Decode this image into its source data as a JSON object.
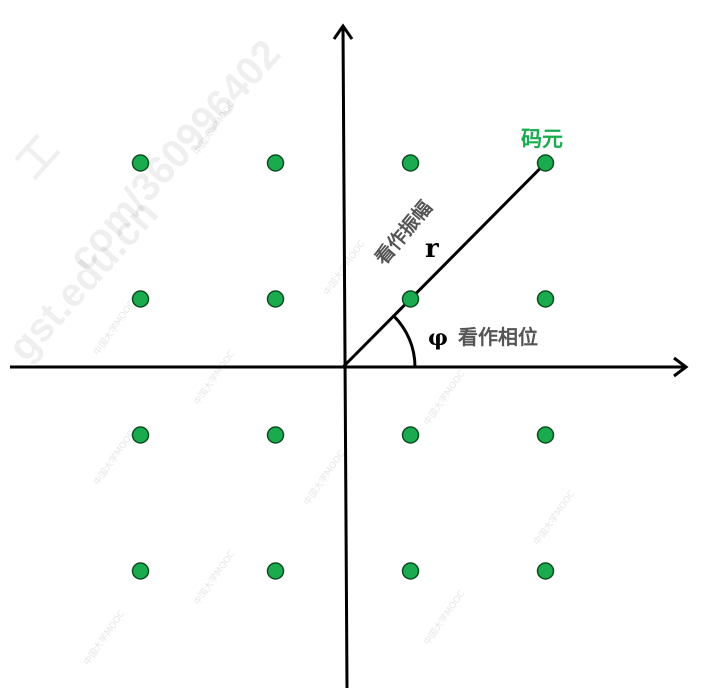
{
  "labels": {
    "symbol": "码元",
    "amplitude": "看作振幅",
    "r": "r",
    "phi": "φ",
    "phase": "看作相位"
  },
  "watermark": {
    "url_fragment_1": "com/360996402",
    "url_fragment_2": "gst.edu.cn",
    "url_fragment_3": "工",
    "mooc": "中国大学MOOC"
  },
  "chart_data": {
    "type": "scatter",
    "points": [
      [
        -1.5,
        1.5
      ],
      [
        -0.5,
        1.5
      ],
      [
        0.5,
        1.5
      ],
      [
        1.5,
        1.5
      ],
      [
        -1.5,
        0.5
      ],
      [
        -0.5,
        0.5
      ],
      [
        0.5,
        0.5
      ],
      [
        1.5,
        0.5
      ],
      [
        -1.5,
        -0.5
      ],
      [
        -0.5,
        -0.5
      ],
      [
        0.5,
        -0.5
      ],
      [
        1.5,
        -0.5
      ],
      [
        -1.5,
        -1.5
      ],
      [
        -0.5,
        -1.5
      ],
      [
        0.5,
        -1.5
      ],
      [
        1.5,
        -1.5
      ]
    ],
    "highlighted_point": [
      1.5,
      1.5
    ],
    "colors": {
      "point": "#1aab4e",
      "point_stroke": "#0b4d22",
      "symbol_label": "#1aab4e",
      "text": "#555555",
      "axis": "#000000"
    }
  }
}
